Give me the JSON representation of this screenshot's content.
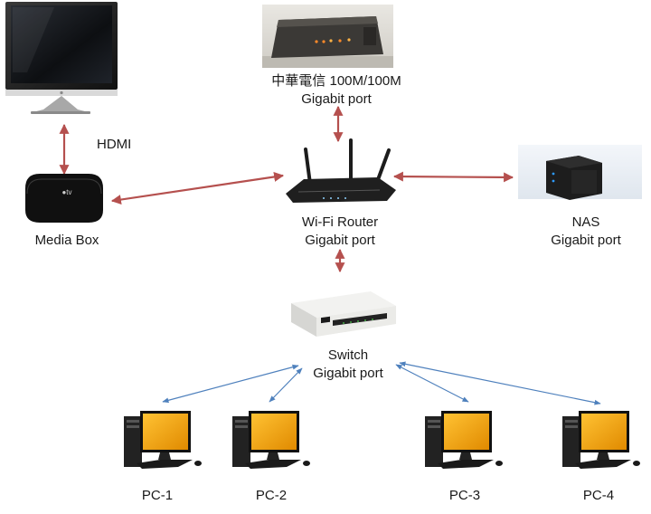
{
  "nodes": {
    "modem": {
      "line1": "中華電信 100M/100M",
      "line2": "Gigabit port"
    },
    "router": {
      "line1": "Wi-Fi Router",
      "line2": "Gigabit port"
    },
    "nas": {
      "line1": "NAS",
      "line2": "Gigabit port"
    },
    "media_box": {
      "line1": "Media Box"
    },
    "tv_link": {
      "label": "HDMI"
    },
    "switch": {
      "line1": "Switch",
      "line2": "Gigabit port"
    },
    "pcs": [
      {
        "label": "PC-1"
      },
      {
        "label": "PC-2"
      },
      {
        "label": "PC-3"
      },
      {
        "label": "PC-4"
      }
    ]
  },
  "colors": {
    "wired_link": "#b5504e",
    "lan_link": "#4f81bd",
    "monitor_screen": "#f6a500"
  },
  "icons": {
    "tv": "tv-monitor-icon",
    "modem": "modem-icon",
    "router": "wifi-router-icon",
    "media_box": "media-box-icon",
    "nas": "nas-icon",
    "switch": "network-switch-icon",
    "pc": "desktop-pc-icon"
  }
}
